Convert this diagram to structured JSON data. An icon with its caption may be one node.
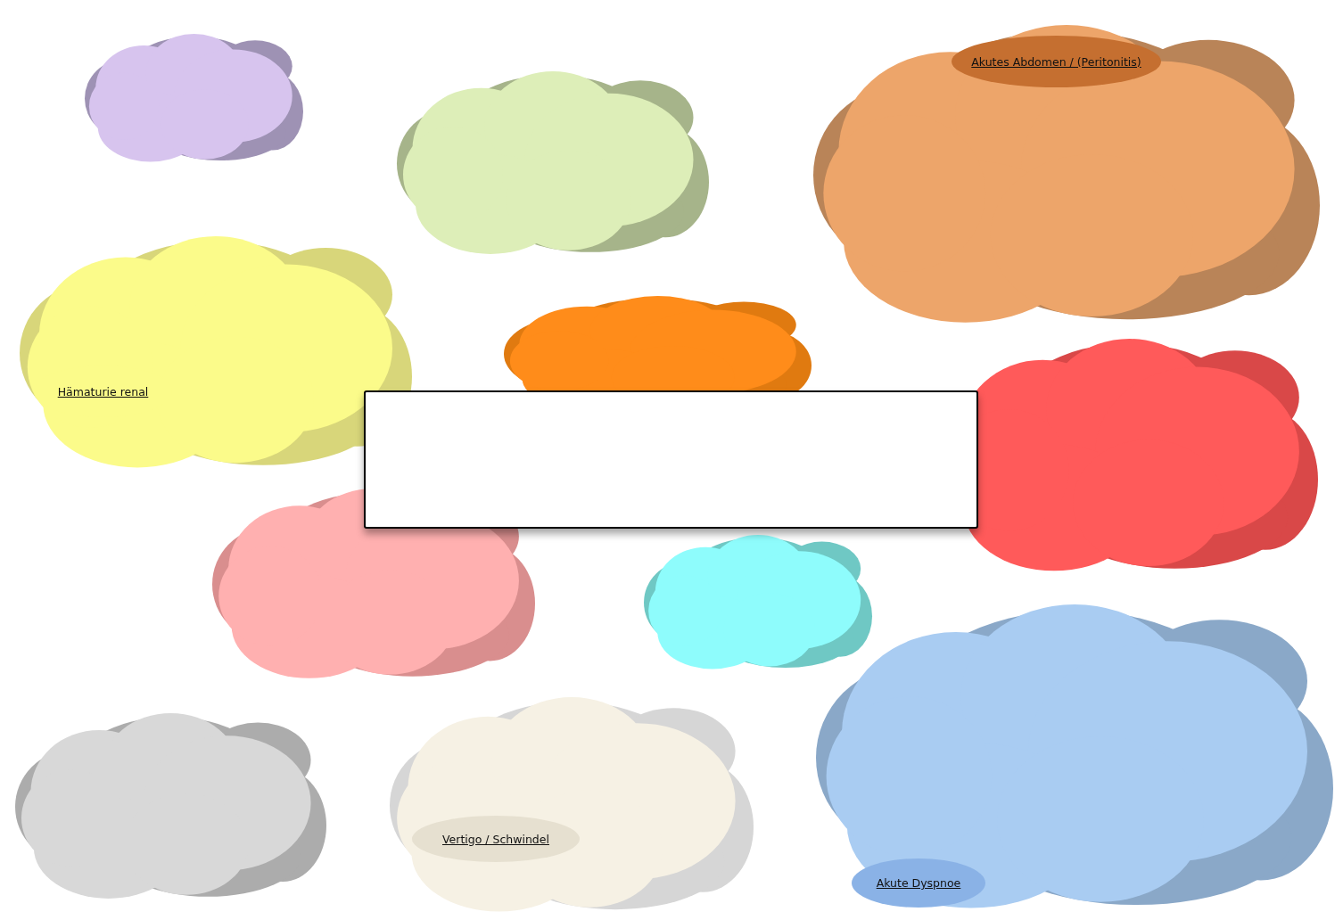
{
  "diagram": {
    "nodes": [
      {
        "text": [],
        "shape": "cloud"
      },
      {
        "text": [],
        "shape": "cloud"
      },
      {
        "text": [],
        "shape": "cloud"
      },
      {
        "text": [
          "Akutes Abdomen / (Peritonitis)"
        ],
        "in": 2
      },
      {
        "text": [],
        "shape": "cloud"
      },
      {
        "text": [
          "Hämaturie renal"
        ],
        "in": 4
      },
      {
        "text": [],
        "shape": "cloud"
      },
      {
        "text": [],
        "shape": "box"
      },
      {
        "text": [],
        "shape": "cloud"
      },
      {
        "text": [],
        "shape": "cloud"
      },
      {
        "text": [],
        "shape": "cloud"
      },
      {
        "text": [],
        "shape": "cloud"
      },
      {
        "text": [],
        "shape": "cloud"
      },
      {
        "text": [
          "Vertigo / Schwindel"
        ],
        "in": 12
      },
      {
        "text": [],
        "shape": "cloud"
      },
      {
        "text": [
          "Akute Dyspnoe"
        ],
        "in": 14
      }
    ]
  }
}
